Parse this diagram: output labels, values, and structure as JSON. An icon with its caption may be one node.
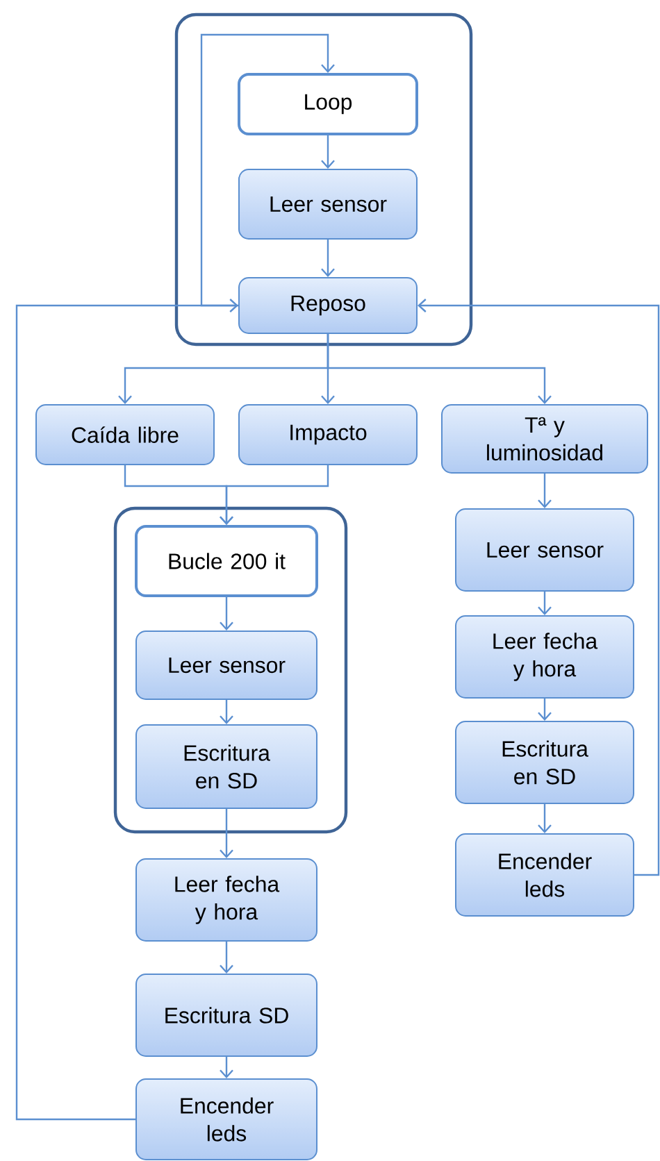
{
  "diagram": {
    "nodes": [
      {
        "text": [],
        "shape": "box"
      },
      {
        "text": [
          "Loop"
        ],
        "in": 0
      },
      {
        "text": [
          "Leer sensor"
        ],
        "in": 0
      },
      {
        "text": [
          "Reposo"
        ],
        "in": 0
      },
      {
        "text": [
          "Caída libre"
        ]
      },
      {
        "text": [
          "Impacto"
        ]
      },
      {
        "text": [
          "Tª y luminosidad"
        ]
      },
      {
        "text": [],
        "shape": "box"
      },
      {
        "text": [
          "Bucle 200 it"
        ],
        "in": 7
      },
      {
        "text": [
          "Leer sensor"
        ],
        "in": 7
      },
      {
        "text": [
          "Escritura en SD"
        ],
        "in": 7
      },
      {
        "text": [
          "Leer fecha y hora"
        ]
      },
      {
        "text": [
          "Escritura SD"
        ]
      },
      {
        "text": [
          "Encender leds"
        ]
      },
      {
        "text": [
          "Leer sensor"
        ]
      },
      {
        "text": [
          "Leer fecha y hora"
        ]
      },
      {
        "text": [
          "Escritura en SD"
        ]
      },
      {
        "text": [
          "Encender leds"
        ]
      }
    ],
    "edges": [
      {
        "from": 1,
        "to": 2,
        "arrow": "to"
      },
      {
        "from": 2,
        "to": 3,
        "arrow": "to"
      },
      {
        "from": 3,
        "to": 1,
        "arrow": "to"
      },
      {
        "from": 3,
        "to": 4,
        "arrow": "to"
      },
      {
        "from": 3,
        "to": 5,
        "arrow": "to"
      },
      {
        "from": 3,
        "to": 6,
        "arrow": "to"
      },
      {
        "from": 4,
        "to": 8,
        "arrow": "to"
      },
      {
        "from": 5,
        "to": 8,
        "arrow": "to"
      },
      {
        "from": 8,
        "to": 9,
        "arrow": "to"
      },
      {
        "from": 9,
        "to": 10,
        "arrow": "to"
      },
      {
        "from": 10,
        "to": 11,
        "arrow": "to"
      },
      {
        "from": 11,
        "to": 12,
        "arrow": "to"
      },
      {
        "from": 12,
        "to": 13,
        "arrow": "to"
      },
      {
        "from": 13,
        "to": 3,
        "arrow": "to"
      },
      {
        "from": 6,
        "to": 14,
        "arrow": "to"
      },
      {
        "from": 14,
        "to": 15,
        "arrow": "to"
      },
      {
        "from": 15,
        "to": 16,
        "arrow": "to"
      },
      {
        "from": 16,
        "to": 17,
        "arrow": "to"
      },
      {
        "from": 17,
        "to": 3,
        "arrow": "to"
      }
    ]
  }
}
